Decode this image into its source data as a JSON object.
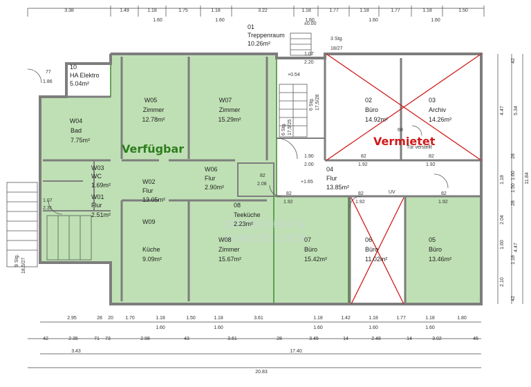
{
  "dims_top": [
    {
      "row": 1,
      "items": [
        "3.38",
        "1.49",
        "1.18",
        "1.75",
        "1.18",
        "3.22",
        "1.18",
        "1.77",
        "1.18",
        "1.77",
        "1.18",
        "1.50"
      ]
    },
    {
      "row": 2,
      "items": [
        "1.60",
        "1.60",
        "1.60",
        "1.60",
        "1.60"
      ]
    }
  ],
  "dims_right": [
    "42",
    "5.34",
    "4.47",
    "28",
    "1.18",
    "1.60",
    "1.50",
    "28",
    "2.04",
    "1.18",
    "1.60",
    "4.47",
    "2.10",
    "42",
    "11.84"
  ],
  "dims_bottom_row1": [
    "2.95",
    "28",
    "20",
    "1.70",
    "1.18",
    "1.50",
    "1.18",
    "3.61",
    "1.18",
    "1.42",
    "1.18",
    "1.77",
    "1.18",
    "1.80"
  ],
  "dims_bottom_row1_sub": [
    "1.60",
    "1.60",
    "1.60",
    "1.60",
    "1.60"
  ],
  "dims_bottom_row2": [
    "42",
    "2.35",
    "71",
    "73",
    "2.98",
    "43",
    "3.61",
    "28",
    "3.45",
    "14",
    "2.48",
    "14",
    "3.02",
    "45"
  ],
  "dims_bottom_row3": [
    "3.43",
    "17.40"
  ],
  "dims_bottom_total": "20.83",
  "rooms": {
    "r10": {
      "num": "10",
      "name": "HA Elektro",
      "area": "5.04m²"
    },
    "r01": {
      "num": "01",
      "name": "Treppenraum",
      "area": "10.26m²"
    },
    "w05": {
      "num": "W05",
      "name": "Zimmer",
      "area": "12.78m²"
    },
    "w07": {
      "num": "W07",
      "name": "Zimmer",
      "area": "15.29m²"
    },
    "w04": {
      "num": "W04",
      "name": "Bad",
      "area": "7.75m²"
    },
    "w03": {
      "num": "W03",
      "name": "WC",
      "area": "1.69m²"
    },
    "w01": {
      "num": "W01",
      "name": "Flur",
      "area": "2.51m²"
    },
    "w02": {
      "num": "W02",
      "name": "Flur",
      "area": "13.05m²"
    },
    "w06": {
      "num": "W06",
      "name": "Flur",
      "area": "2.90m²"
    },
    "w09": {
      "num": "W09",
      "name": "Küche",
      "area": "9.09m²"
    },
    "w08": {
      "num": "W08",
      "name": "Zimmer",
      "area": "15.67m²"
    },
    "r08": {
      "num": "08",
      "name": "Teeküche",
      "area": "2.23m²"
    },
    "r02": {
      "num": "02",
      "name": "Büro",
      "area": "14.92m²"
    },
    "r03": {
      "num": "03",
      "name": "Archiv",
      "area": "14.26m²"
    },
    "r04": {
      "num": "04",
      "name": "Flur",
      "area": "13.85m²"
    },
    "r07": {
      "num": "07",
      "name": "Büro",
      "area": "15.42m²"
    },
    "r06": {
      "num": "06",
      "name": "Büro",
      "area": "11.02m²"
    },
    "r05": {
      "num": "05",
      "name": "Büro",
      "area": "13.46m²"
    }
  },
  "labels": {
    "available": "Verfügbar",
    "rented": "Vermietet",
    "door_moved": "Tür verstellt",
    "uv": "UV",
    "level_000": "±0.00",
    "level_054": "+0.54",
    "level_165": "+1.65",
    "stairs_top": "3 Stg.",
    "stairs_top_ratio": "18/27",
    "stairs_mid": "6 Stg.",
    "stairs_mid_ratio": "17,5/28",
    "stairs_mid2": "6 Stg.",
    "stairs_mid2_ratio": "17,5/25",
    "stairs_left": "9 Stg.",
    "stairs_left_ratio": "18,5/27",
    "door_10a": "77",
    "door_10b": "1.86",
    "door_01a": "1.07",
    "door_01b": "2.20",
    "door_04a": "1.90",
    "door_04b": "2.00",
    "door_08a": "82",
    "door_08b": "2.08",
    "door_w01a": "1.07",
    "door_w01b": "2.31",
    "door_69": "69",
    "door_02a": "82",
    "door_02b": "1.92",
    "door_03a": "82",
    "door_03b": "1.92",
    "door_07a": "82",
    "door_07b": "1.92",
    "door_06a": "82",
    "door_06b": "1.92",
    "door_05a": "82",
    "door_05b": "1.92"
  },
  "watermark": {
    "line1": "DREIKHAHN",
    "line2": "IMMOBILIEN"
  },
  "colors": {
    "green_fill": "#bfe0b4",
    "green_line": "#3d8a2e",
    "red": "#d11a1a",
    "wall": "#8a8a8a"
  }
}
